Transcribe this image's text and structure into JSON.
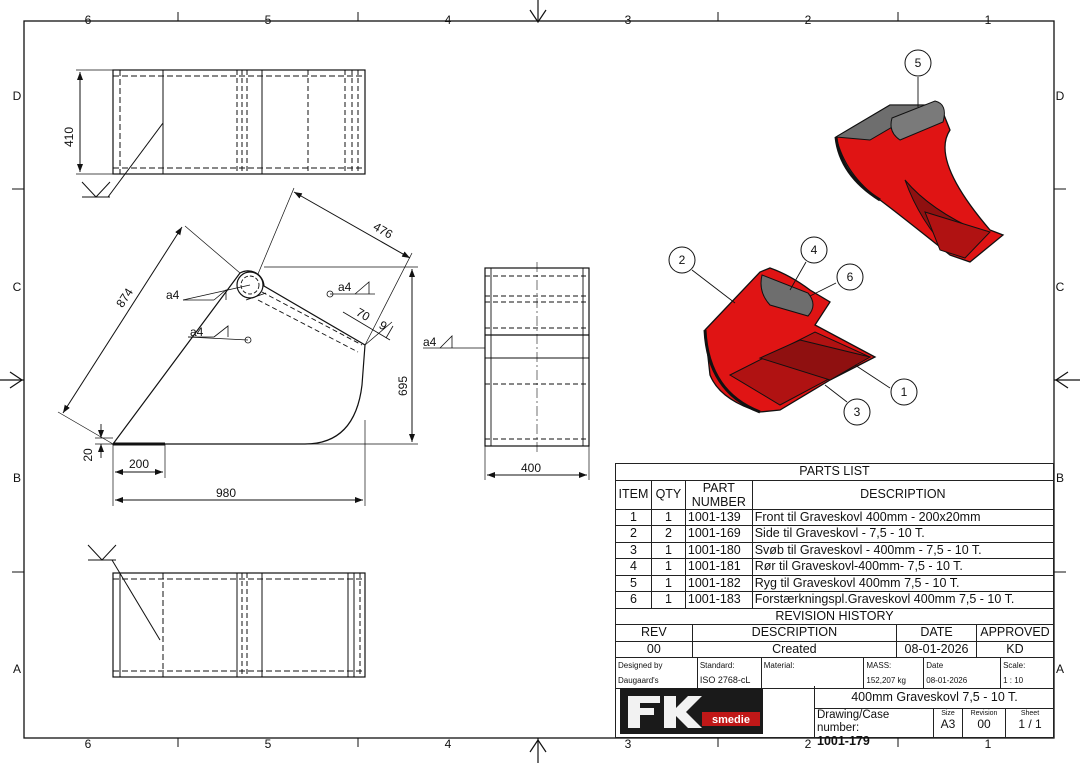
{
  "border": {
    "top_numbers": [
      "6",
      "5",
      "4",
      "3",
      "2",
      "1"
    ],
    "bottom_numbers": [
      "6",
      "5",
      "4",
      "3",
      "2",
      "1"
    ],
    "side_letters": [
      "D",
      "C",
      "B",
      "A"
    ]
  },
  "dimensions": {
    "d410": "410",
    "d874": "874",
    "d476": "476",
    "d70": "70",
    "d9": "9",
    "d695": "695",
    "d20": "20",
    "d200": "200",
    "d980": "980",
    "d400": "400",
    "weld1": "a4",
    "weld2": "a4",
    "weld3": "a4",
    "weld4": "a4"
  },
  "balloons": [
    "5",
    "2",
    "4",
    "6",
    "1",
    "3"
  ],
  "colors": {
    "bucket_red": "#e01414",
    "bucket_dark": "#8f1010",
    "tube_grey": "#6e6e6e"
  },
  "parts_list": {
    "title": "PARTS LIST",
    "headers": {
      "item": "ITEM",
      "qty": "QTY",
      "part_number": "PART NUMBER",
      "description": "DESCRIPTION"
    },
    "rows": [
      {
        "item": "1",
        "qty": "1",
        "part": "1001-139",
        "desc": "Front til Graveskovl 400mm - 200x20mm"
      },
      {
        "item": "2",
        "qty": "2",
        "part": "1001-169",
        "desc": "Side til Graveskovl - 7,5 - 10 T."
      },
      {
        "item": "3",
        "qty": "1",
        "part": "1001-180",
        "desc": "Svøb til Graveskovl - 400mm - 7,5 - 10 T."
      },
      {
        "item": "4",
        "qty": "1",
        "part": "1001-181",
        "desc": "Rør til Graveskovl-400mm- 7,5 - 10 T."
      },
      {
        "item": "5",
        "qty": "1",
        "part": "1001-182",
        "desc": "Ryg til Graveskovl 400mm 7,5 - 10 T."
      },
      {
        "item": "6",
        "qty": "1",
        "part": "1001-183",
        "desc": "Forstærkningspl.Graveskovl 400mm 7,5 - 10 T."
      }
    ]
  },
  "revision": {
    "title": "REVISION HISTORY",
    "headers": {
      "rev": "REV",
      "description": "DESCRIPTION",
      "date": "DATE",
      "approved": "APPROVED"
    },
    "row": {
      "rev": "00",
      "description": "Created",
      "date": "08-01-2026",
      "approved": "KD"
    }
  },
  "title_block": {
    "designed_by_label": "Designed by",
    "designed_by": "Daugaard's",
    "standard_label": "Standard:",
    "standard": "ISO 2768-cL",
    "material_label": "Material:",
    "mass_label": "MASS:",
    "mass": "152,207 kg",
    "date_label": "Date",
    "date": "08-01-2026",
    "scale_label": "Scale:",
    "scale": "1 : 10",
    "logo_text": "smedie",
    "title": "400mm Graveskovl 7,5 - 10 T.",
    "drawing_label": "Drawing/Case number:",
    "drawing_number": "1001-179",
    "size_label": "Size",
    "size": "A3",
    "revision_label": "Revision",
    "revision": "00",
    "sheet_label": "Sheet",
    "sheet": "1 / 1"
  }
}
